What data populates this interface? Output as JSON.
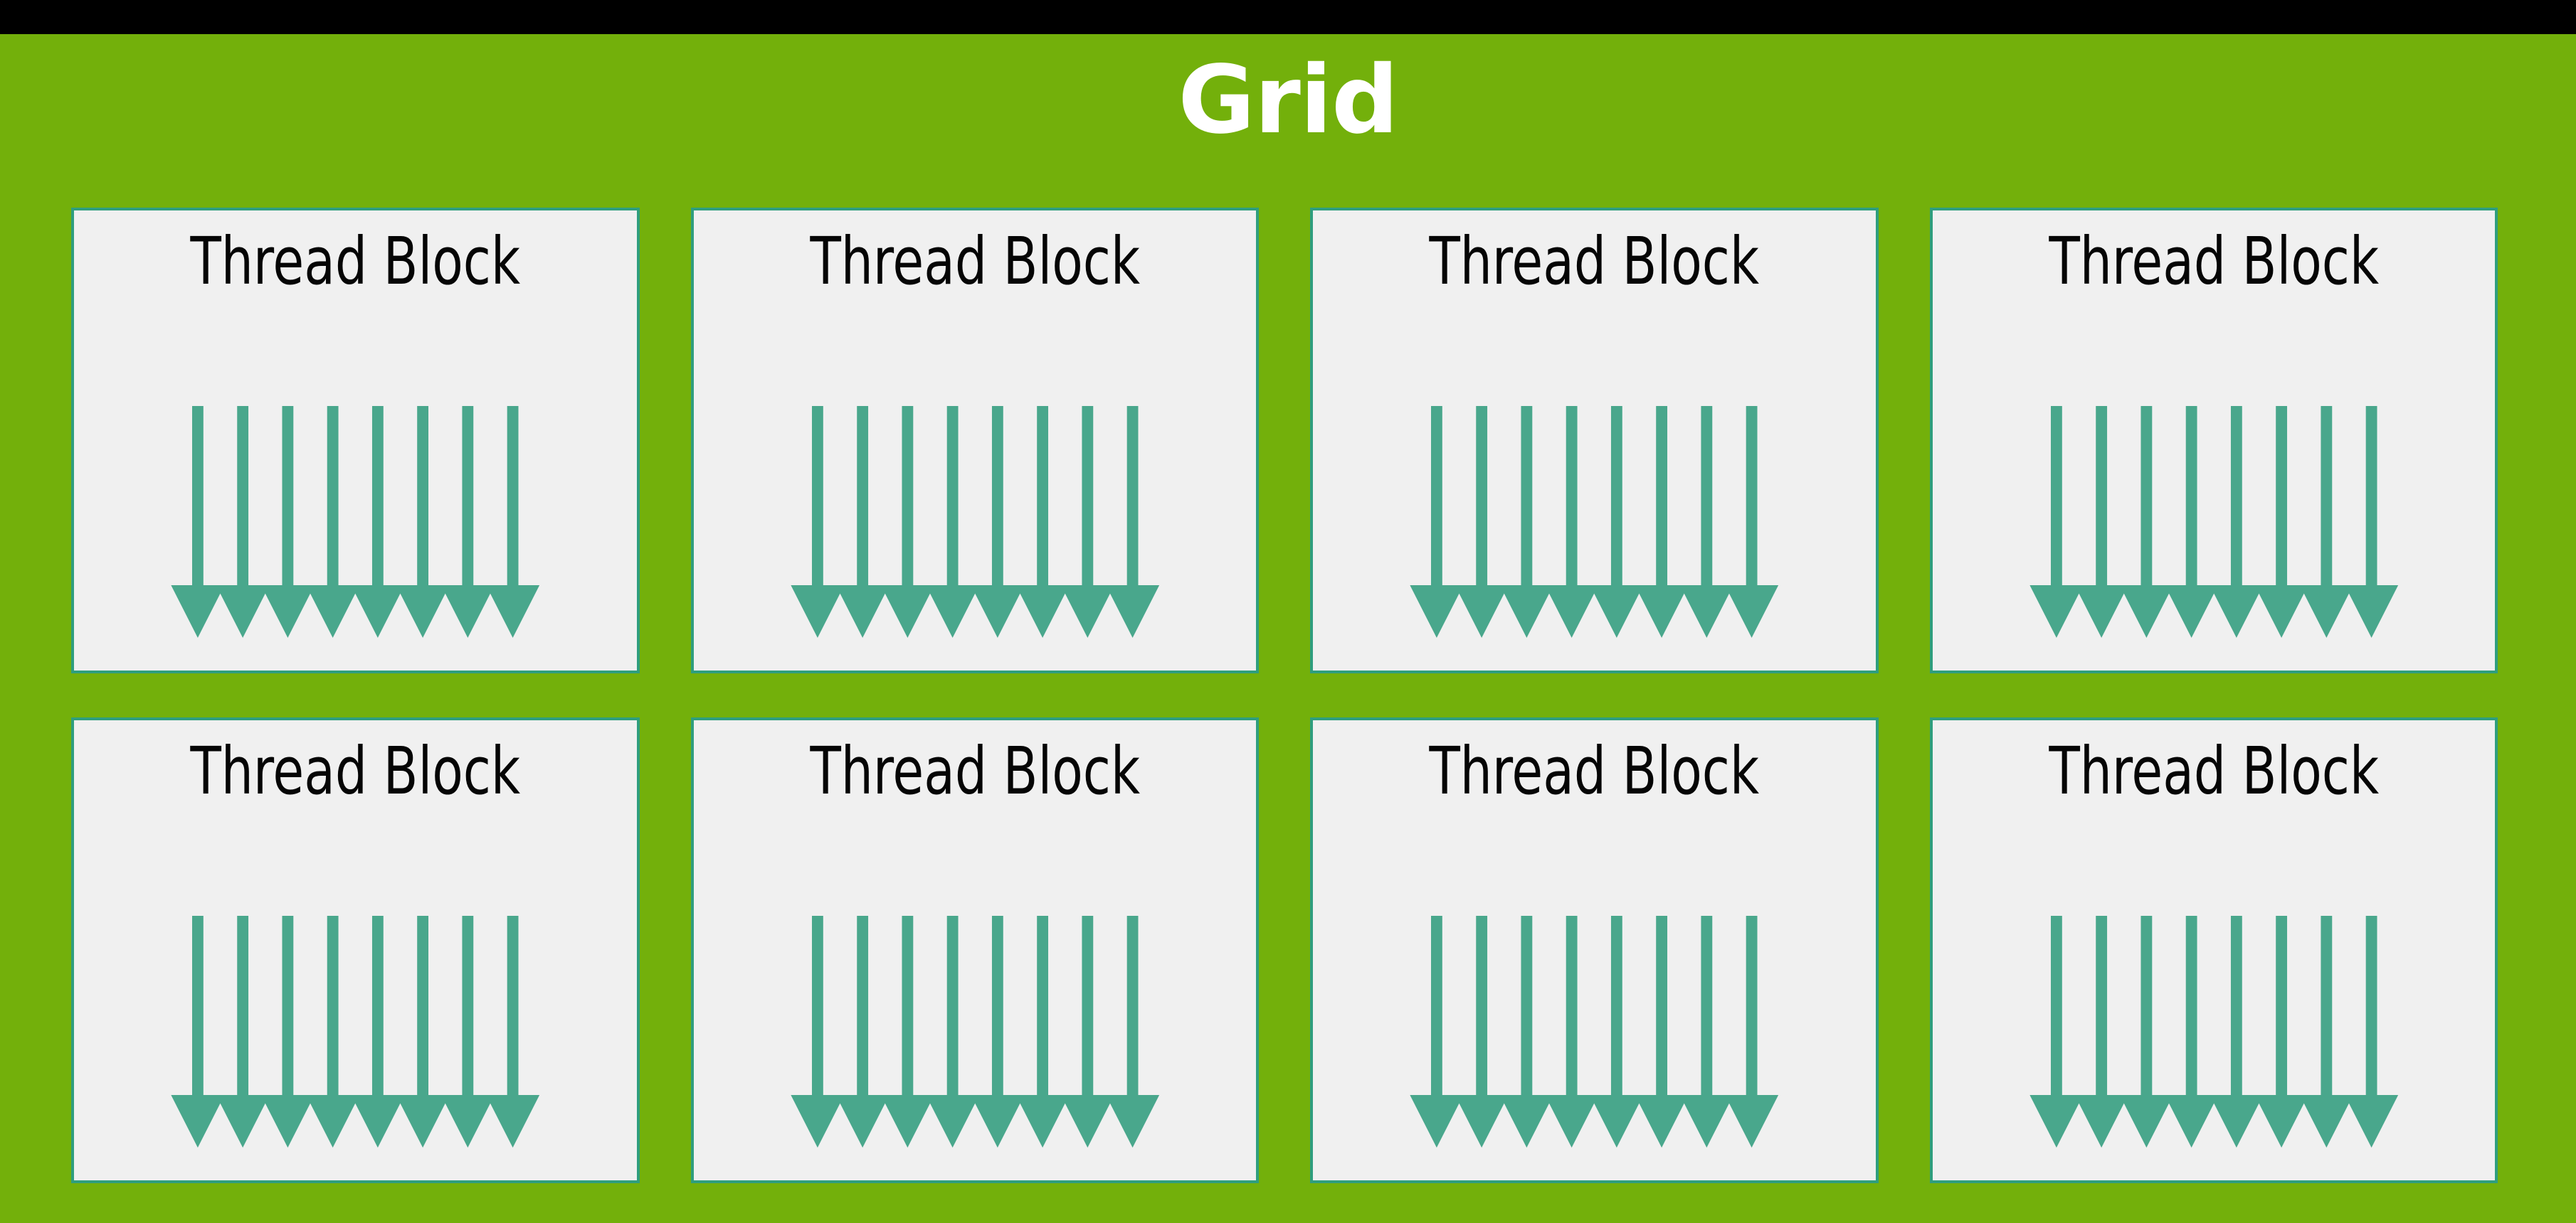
{
  "meta": {
    "title": "Grid",
    "background_color": "#73B00B",
    "band_color": "#000000",
    "block_fill": "#F0F0F0",
    "block_border_color": "#2F9E7E",
    "arrow_color": "#49A78C",
    "title_color": "#FFFFFF",
    "label_color": "#050505"
  },
  "header": {
    "title": "Grid"
  },
  "grid": {
    "rows": 2,
    "columns": 4,
    "blocks": [
      {
        "label": "Thread Block",
        "threads": 8
      },
      {
        "label": "Thread Block",
        "threads": 8
      },
      {
        "label": "Thread Block",
        "threads": 8
      },
      {
        "label": "Thread Block",
        "threads": 8
      },
      {
        "label": "Thread Block",
        "threads": 8
      },
      {
        "label": "Thread Block",
        "threads": 8
      },
      {
        "label": "Thread Block",
        "threads": 8
      },
      {
        "label": "Thread Block",
        "threads": 8
      }
    ]
  }
}
